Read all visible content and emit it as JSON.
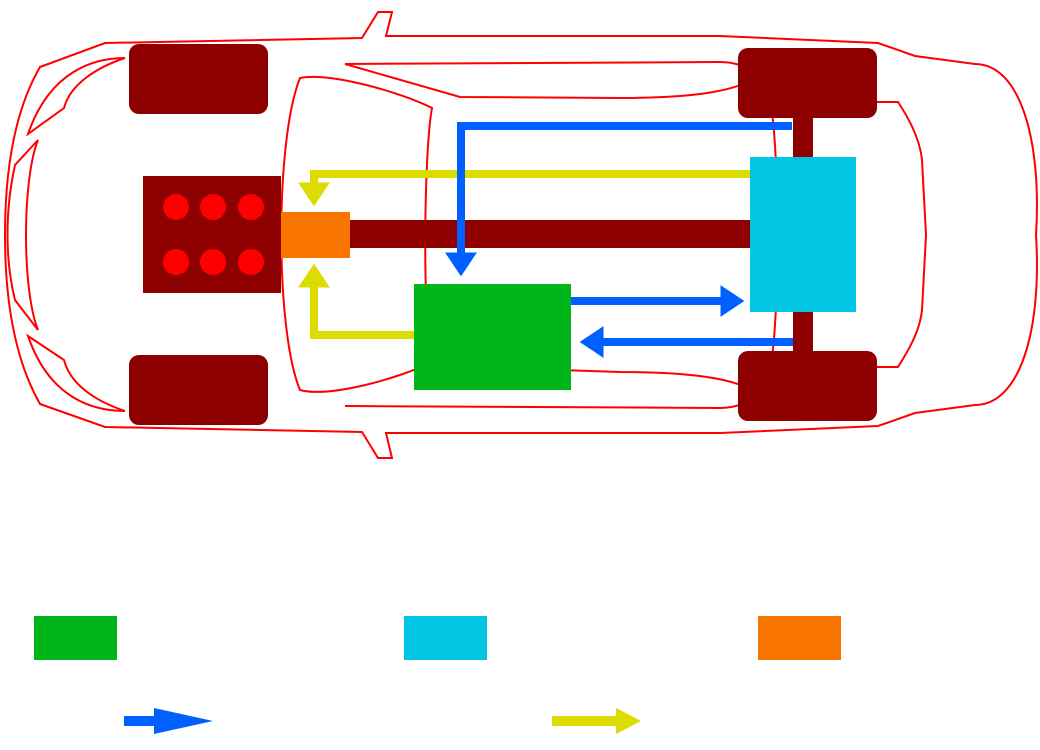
{
  "colors": {
    "car_outline": "#ff0000",
    "chassis": "#8e0000",
    "cylinders": "#ff0000",
    "green_unit": "#00b51a",
    "cyan_unit": "#00c6e3",
    "orange_unit": "#f87500",
    "blue_flow": "#0060ff",
    "yellow_flow": "#dcdc00"
  },
  "legend": [
    {
      "kind": "box",
      "color": "#00b51a"
    },
    {
      "kind": "box",
      "color": "#00c6e3"
    },
    {
      "kind": "box",
      "color": "#f87500"
    },
    {
      "kind": "arrow",
      "color": "#0060ff"
    },
    {
      "kind": "arrow",
      "color": "#dcdc00"
    }
  ]
}
